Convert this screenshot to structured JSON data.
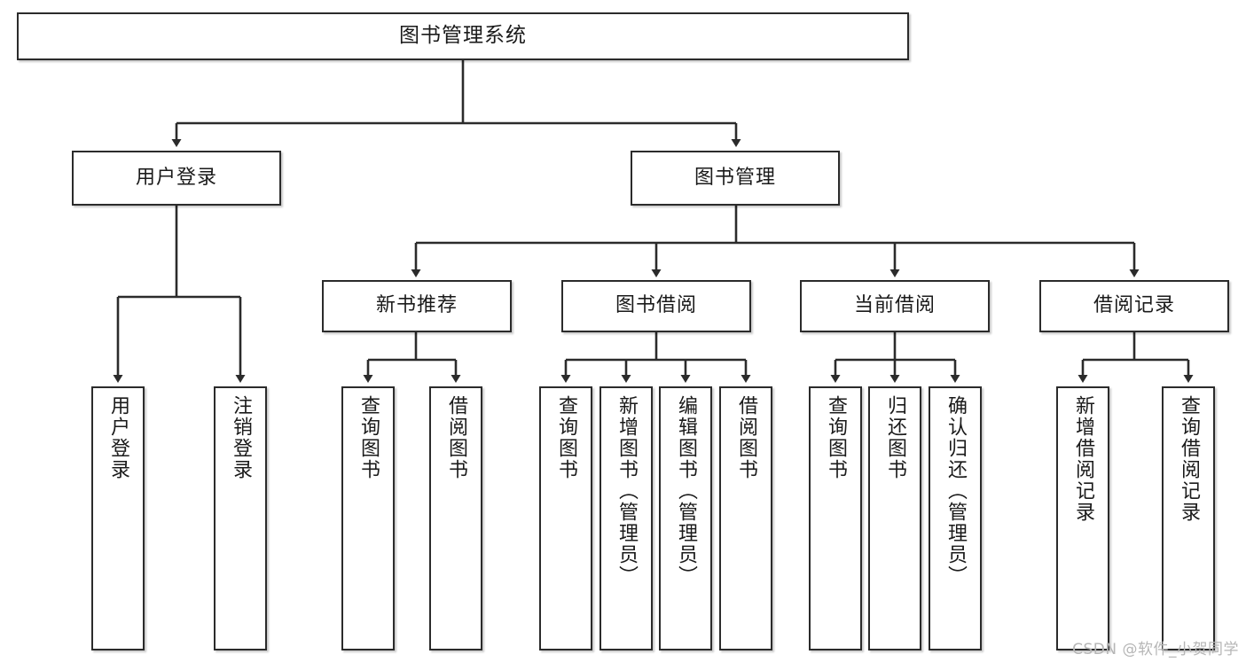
{
  "diagram": {
    "title": "图书管理系统",
    "type": "tree-hierarchy-chart",
    "watermark": "CSDN @软件_小贺同学",
    "colors": {
      "box_border": "#2b2b2b",
      "box_fill": "#ffffff",
      "connector": "#2b2b2b",
      "text": "#1a1a1a",
      "watermark": "#b6b6b6"
    },
    "root": {
      "label": "图书管理系统"
    },
    "level2": [
      {
        "label": "用户登录"
      },
      {
        "label": "图书管理"
      }
    ],
    "level3": [
      {
        "label": "新书推荐"
      },
      {
        "label": "图书借阅"
      },
      {
        "label": "当前借阅"
      },
      {
        "label": "借阅记录"
      }
    ],
    "leaves": {
      "user_login": [
        {
          "label": "用户登录"
        },
        {
          "label": "注销登录"
        }
      ],
      "new_book_recommend": [
        {
          "label": "查询图书"
        },
        {
          "label": "借阅图书"
        }
      ],
      "book_borrow": [
        {
          "label": "查询图书"
        },
        {
          "label": "新增图书（管理员）"
        },
        {
          "label": "编辑图书（管理员）"
        },
        {
          "label": "借阅图书"
        }
      ],
      "current_borrow": [
        {
          "label": "查询图书"
        },
        {
          "label": "归还图书"
        },
        {
          "label": "确认归还（管理员）"
        }
      ],
      "borrow_record": [
        {
          "label": "新增借阅记录"
        },
        {
          "label": "查询借阅记录"
        }
      ]
    }
  }
}
